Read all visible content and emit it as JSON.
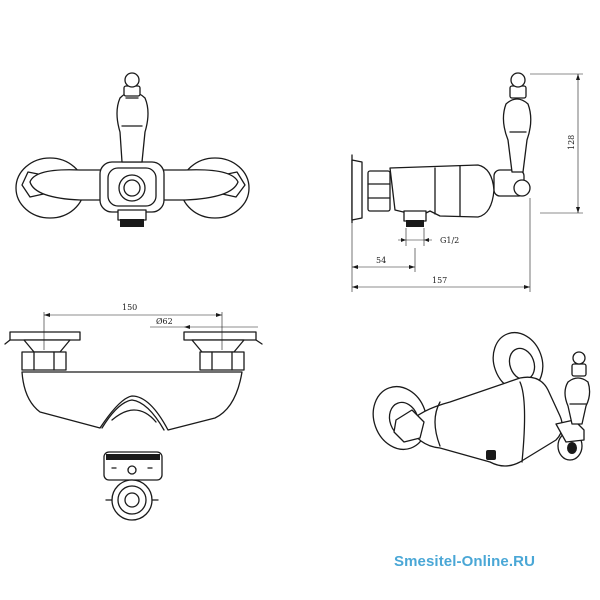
{
  "dimensions": {
    "height": "128",
    "offset": "54",
    "depth": "157",
    "thread": "G1/2",
    "spacing": "150",
    "diameter": "Ø62"
  },
  "watermark": {
    "text": "Smesitel-Online.RU",
    "color": "#4aa7d6"
  },
  "icons": {
    "front_view": "faucet-front-view-icon",
    "side_view": "faucet-side-view-icon",
    "top_view": "faucet-top-view-icon",
    "iso_view": "faucet-isometric-view-icon"
  }
}
